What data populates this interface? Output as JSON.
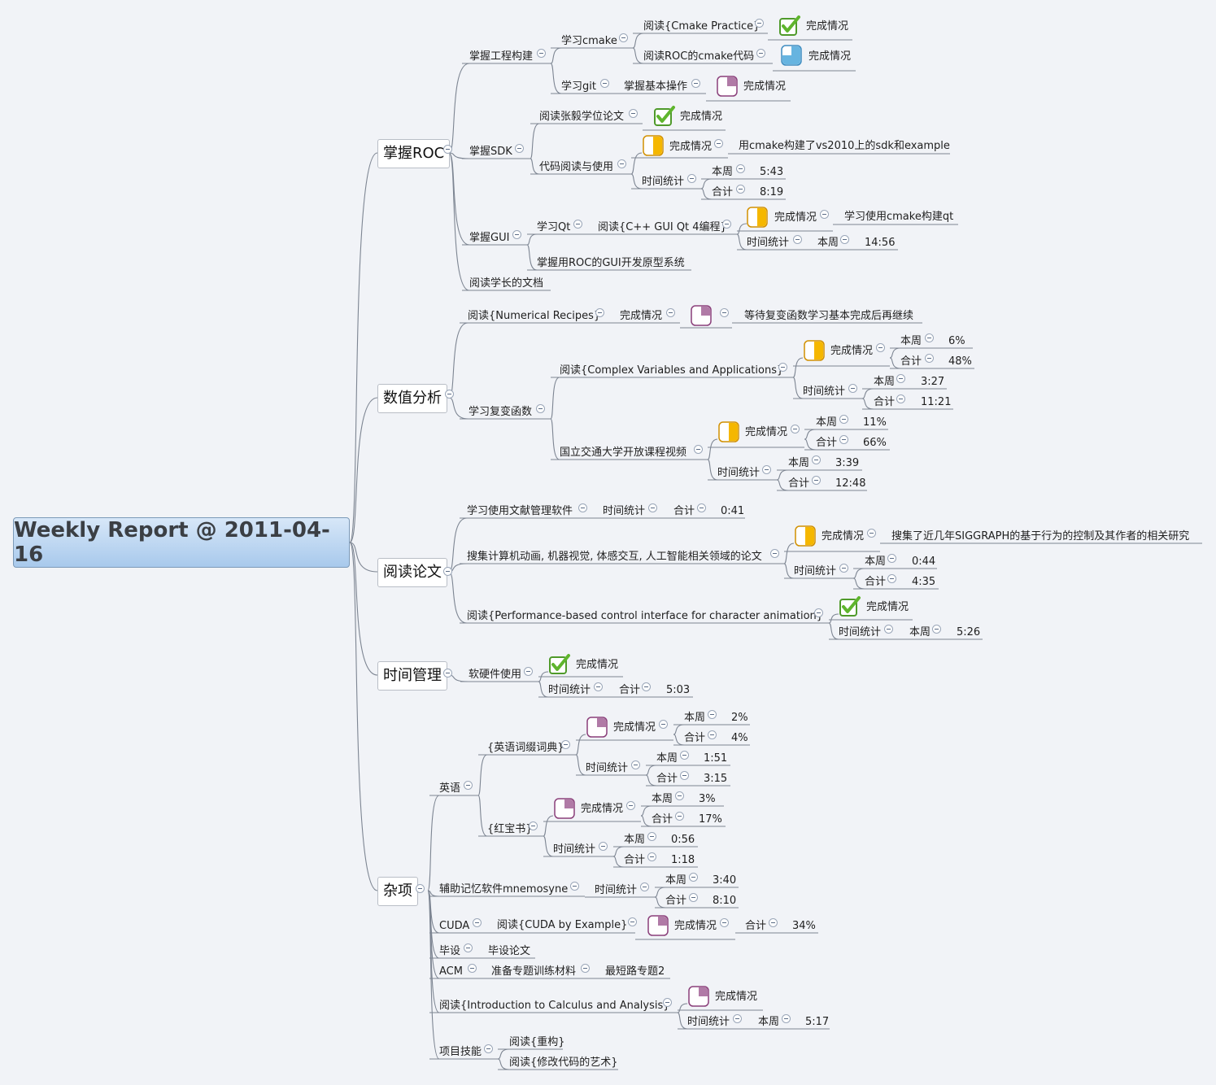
{
  "root": {
    "title": "Weekly Report @ 2011-04-16"
  },
  "topics": {
    "roc": "掌握ROC",
    "num": "数值分析",
    "papers": "阅读论文",
    "time": "时间管理",
    "misc": "杂项"
  },
  "colors": {
    "line": "#7d8592",
    "rootTop": "#d7e7f8",
    "rootBottom": "#a8c9ec",
    "check": "#5fb52d",
    "half": "#f5b700",
    "quarter": "#8a3f7a"
  },
  "labels": {
    "done": "完成情况",
    "stat": "时间统计",
    "week": "本周",
    "total": "合计",
    "roc_build": "掌握工程构建",
    "roc_cmake": "学习cmake",
    "roc_cmake_read1": "阅读{Cmake Practice}",
    "roc_cmake_read2": "阅读ROC的cmake代码",
    "roc_git": "学习git",
    "roc_git_op": "掌握基本操作",
    "roc_sdk": "掌握SDK",
    "roc_sdk_thesis": "阅读张毅学位论文",
    "roc_sdk_code": "代码阅读与使用",
    "roc_sdk_note": "用cmake构建了vs2010上的sdk和example",
    "roc_sdk_w": "5:43",
    "roc_sdk_t": "8:19",
    "roc_gui": "掌握GUI",
    "roc_qt": "学习Qt",
    "roc_qt_read": "阅读{C++ GUI Qt 4编程}",
    "roc_qt_note": "学习使用cmake构建qt",
    "roc_qt_w": "14:56",
    "roc_proto": "掌握用ROC的GUI开发原型系统",
    "roc_docs": "阅读学长的文档",
    "num_nr": "阅读{Numerical Recipes}",
    "num_nr_note": "等待复变函数学习基本完成后再继续",
    "num_complex": "学习复变函数",
    "num_cva": "阅读{Complex Variables and Applications}",
    "num_cva_pw": "6%",
    "num_cva_pt": "48%",
    "num_cva_tw": "3:27",
    "num_cva_tt": "11:21",
    "num_video": "国立交通大学开放课程视频",
    "num_v_pw": "11%",
    "num_v_pt": "66%",
    "num_v_tw": "3:39",
    "num_v_tt": "12:48",
    "pap_ref": "学习使用文献管理软件",
    "pap_ref_t": "0:41",
    "pap_search": "搜集计算机动画, 机器视觉, 体感交互, 人工智能相关领域的论文",
    "pap_search_note": "搜集了近几年SIGGRAPH的基于行为的控制及其作者的相关研究",
    "pap_search_w": "0:44",
    "pap_search_t": "4:35",
    "pap_perf": "阅读{Performance-based control interface for character animation}",
    "pap_perf_w": "5:26",
    "time_sw": "软硬件使用",
    "time_sw_t": "5:03",
    "misc_en": "英语",
    "misc_dict": "{英语词缀词典}",
    "misc_dict_pw": "2%",
    "misc_dict_pt": "4%",
    "misc_dict_tw": "1:51",
    "misc_dict_tt": "3:15",
    "misc_red": "{红宝书}",
    "misc_red_pw": "3%",
    "misc_red_pt": "17%",
    "misc_red_tw": "0:56",
    "misc_red_tt": "1:18",
    "misc_mn": "辅助记忆软件mnemosyne",
    "misc_mn_w": "3:40",
    "misc_mn_t": "8:10",
    "misc_cuda": "CUDA",
    "misc_cuda_read": "阅读{CUDA by Example}",
    "misc_cuda_t": "34%",
    "misc_grad": "毕设",
    "misc_grad_thesis": "毕设论文",
    "misc_acm": "ACM",
    "misc_acm_prep": "准备专题训练材料",
    "misc_acm_sp": "最短路专题2",
    "misc_calc": "阅读{Introduction to Calculus and Analysis}",
    "misc_calc_w": "5:17",
    "misc_proj": "项目技能",
    "misc_proj_r1": "阅读{重构}",
    "misc_proj_r2": "阅读{修改代码的艺术}"
  },
  "icons": [
    "check-icon",
    "half-progress-icon",
    "quarter-progress-icon",
    "blue-quarter-icon"
  ]
}
